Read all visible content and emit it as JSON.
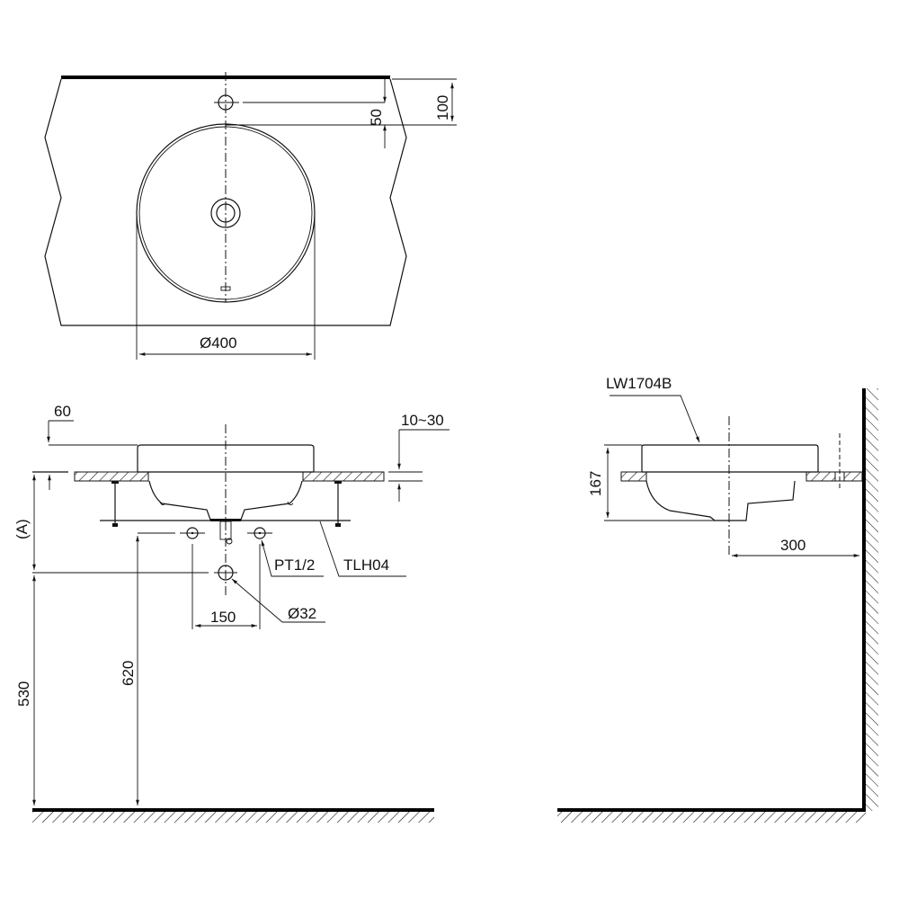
{
  "drawing": {
    "title": "Countertop basin technical drawing",
    "line_color": "#111111",
    "background": "#ffffff"
  },
  "top_view": {
    "dim_faucet_to_basin": "50",
    "dim_wall_to_basin": "100",
    "dim_basin_diameter": "Ø400"
  },
  "front_view": {
    "dim_rim_height": "60",
    "dim_counter_thickness": "10~30",
    "dim_mount_height": "(A)",
    "dim_valve_spacing": "150",
    "dim_drain_pipe": "Ø32",
    "dim_valve_height": "620",
    "dim_drain_height": "530",
    "label_valve": "PT1/2",
    "label_bracket": "TLH04"
  },
  "side_view": {
    "label_model": "LW1704B",
    "dim_total_height": "167",
    "dim_wall_distance": "300"
  }
}
